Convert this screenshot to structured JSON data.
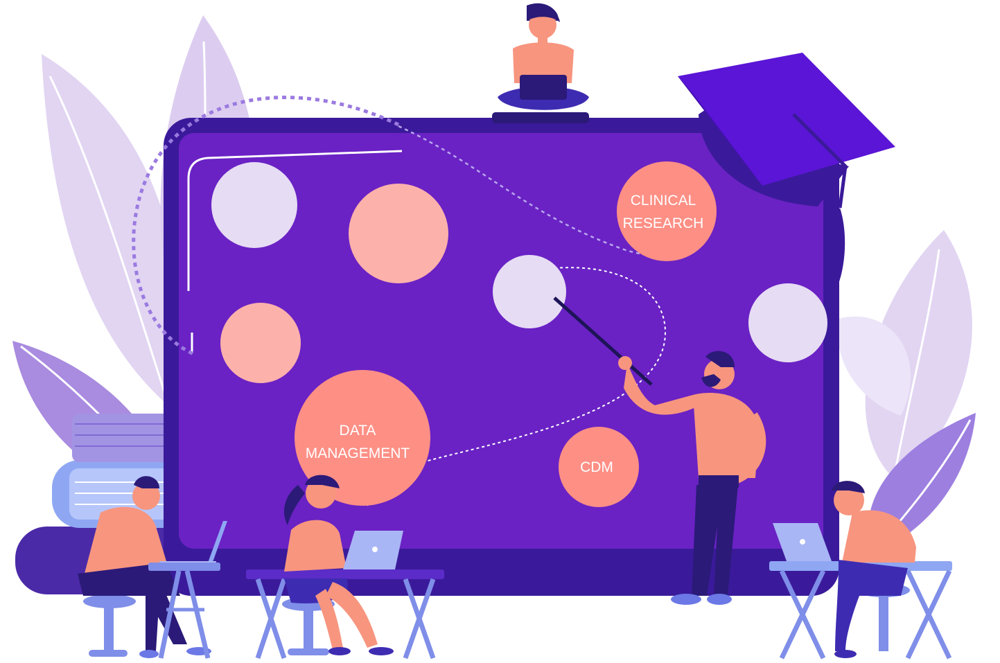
{
  "illustration": {
    "topics": {
      "clinical_research": {
        "line1": "CLINICAL",
        "line2": "RESEARCH"
      },
      "data_management": {
        "line1": "DATA",
        "line2": "MANAGEMENT"
      },
      "cdm": "CDM"
    },
    "icons": [
      "graduation-cap-icon",
      "laptop-icon",
      "book-stack-icon",
      "leaf-icon",
      "pointer-stick-icon"
    ],
    "colors": {
      "screen": "#6a22c4",
      "frame": "#3a1a9a",
      "peach": "#fd8f85",
      "light_peach": "#fdb1ab",
      "lavender": "#e6dcf4",
      "leaf": "#d9c9ee",
      "cap": "#5b15d6",
      "skin": "#f7957f",
      "navy": "#2b1a78",
      "chair": "#7f8ee8"
    }
  }
}
